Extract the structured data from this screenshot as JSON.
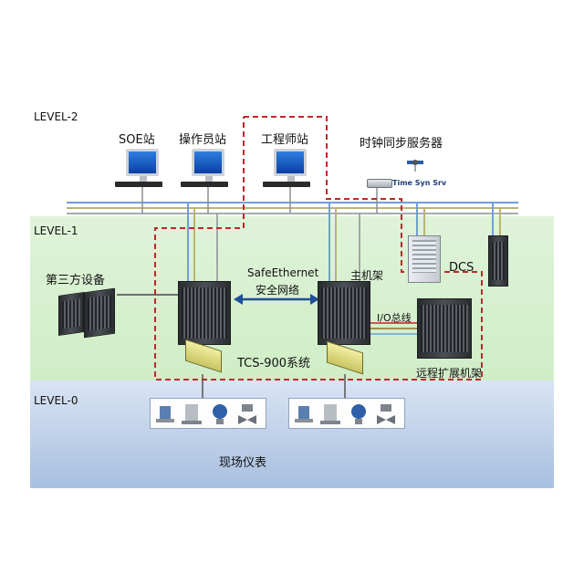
{
  "levels": {
    "l2": "LEVEL-2",
    "l1": "LEVEL-1",
    "l0": "LEVEL-0"
  },
  "labels": {
    "soe": "SOE站",
    "operator": "操作员站",
    "engineer": "工程师站",
    "clock": "时钟同步服务器",
    "timesyn": "Time Syn Srv",
    "third_party": "第三方设备",
    "safe_eth": "SafeEthernet",
    "safe_net": "安全网络",
    "main_rack": "主机架",
    "io_bus": "I/O总线",
    "dcs": "DCS",
    "tcs": "TCS-900系统",
    "remote_rack": "远程扩展机架",
    "field": "现场仪表"
  },
  "colors": {
    "network_blue": "#6f9fd8",
    "network_olive": "#b9b66c",
    "network_gray": "#8a8f95",
    "safety_boundary": "#c0272d",
    "level1_band": "#dff3d9",
    "level0_band": "#a7bfdf"
  },
  "icons": [
    "monitor-icon",
    "router-icon",
    "satellite-icon",
    "cabinet-icon",
    "terminal-board-icon",
    "flow-meter-icon",
    "transmitter-icon",
    "valve-icon"
  ]
}
